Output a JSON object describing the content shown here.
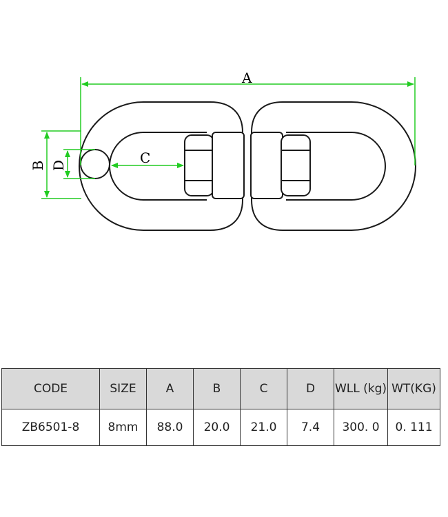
{
  "dimensions": {
    "a_label": "A",
    "b_label": "B",
    "c_label": "C",
    "d_label": "D",
    "line_color": "#22cc22"
  },
  "table": {
    "headers": [
      "CODE",
      "SIZE",
      "A",
      "B",
      "C",
      "D",
      "WLL (kg)",
      "WT(KG)"
    ],
    "rows": [
      [
        "ZB6501-8",
        "8mm",
        "88.0",
        "20.0",
        "21.0",
        "7.4",
        "300. 0",
        "0. 111"
      ]
    ]
  }
}
